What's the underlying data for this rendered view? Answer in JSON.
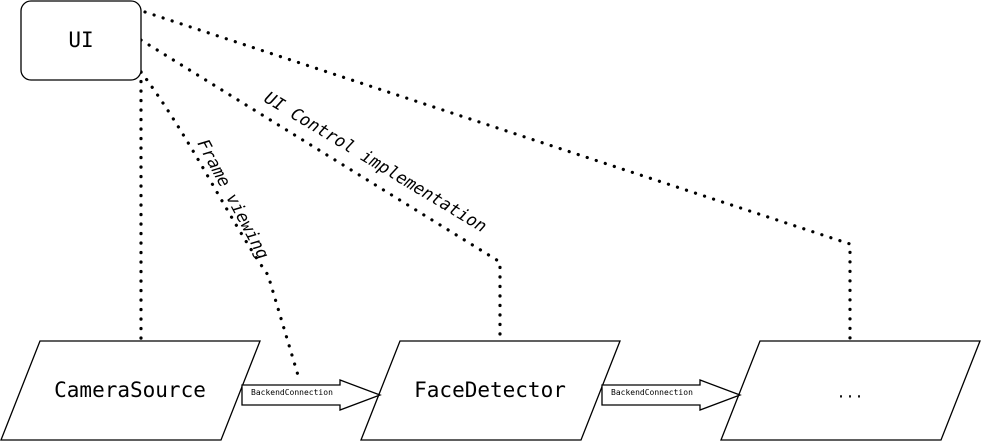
{
  "nodes": {
    "ui": "UI",
    "camera_source": "CameraSource",
    "face_detector": "FaceDetector",
    "more": "..."
  },
  "edges": {
    "frame_viewing": "Frame viewing",
    "ui_control": "UI Control implementation"
  },
  "connections": {
    "camera_to_face": "BackendConnection",
    "face_to_more": "BackendConnection"
  }
}
